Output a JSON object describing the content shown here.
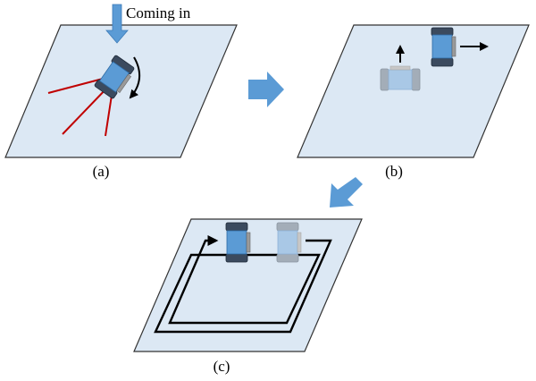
{
  "panels": {
    "a": {
      "caption": "(a)",
      "arrow_label": "Coming in"
    },
    "b": {
      "caption": "(b)"
    },
    "c": {
      "caption": "(c)"
    }
  },
  "colors": {
    "plane_fill": "#dce8f4",
    "plane_stroke": "#333333",
    "robot_body": "#5b9bd5",
    "robot_body_faded": "#a9c8e6",
    "robot_wheel": "#3b4a5e",
    "robot_wheel_faded": "#a3adb8",
    "robot_sensor": "#9a9a9a",
    "flow_arrow": "#5b9bd5",
    "ray": "#c00000",
    "path": "#000000"
  },
  "icons": {
    "flow_arrow_1": "right-arrow-icon",
    "flow_arrow_2": "down-left-arrow-icon",
    "robot": "mobile-robot-icon"
  }
}
